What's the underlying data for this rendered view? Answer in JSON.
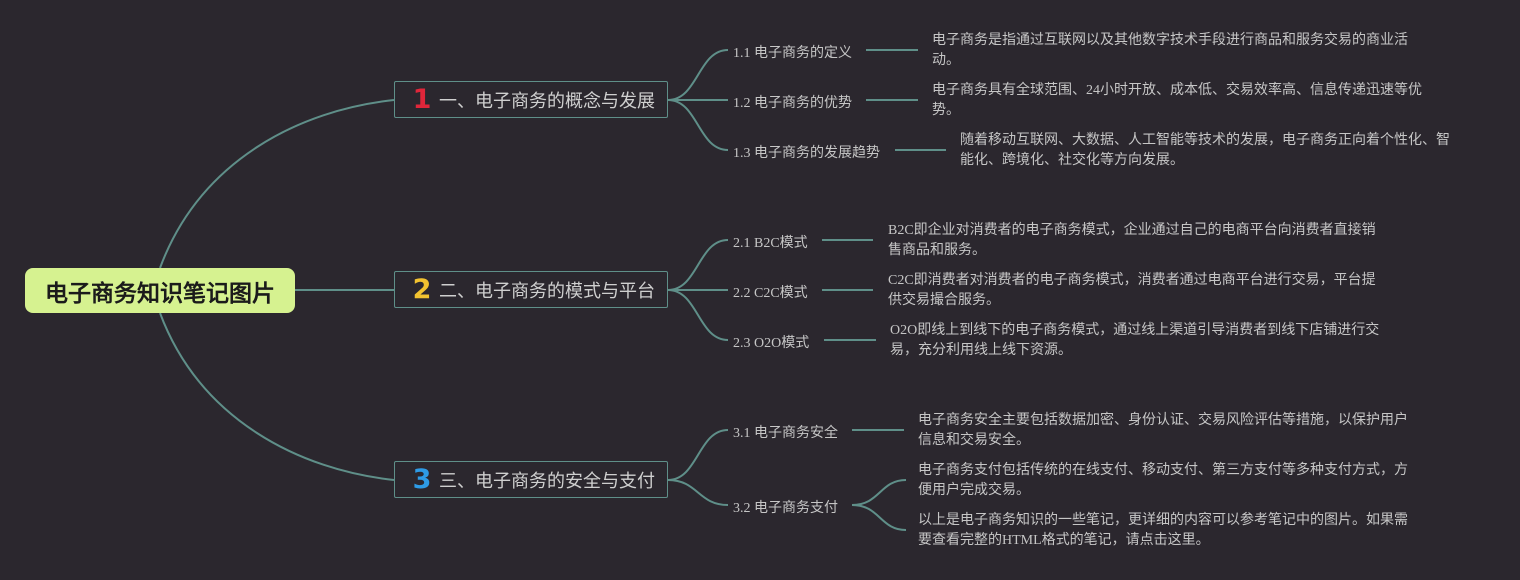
{
  "colors": {
    "background": "#2b272e",
    "root_fill": "#d6f290",
    "link": "#5f8f89",
    "text": "#c6c6c6",
    "num1": "#e0263a",
    "num2": "#f2c230",
    "num3": "#2e9be6"
  },
  "root": {
    "title": "电子商务知识笔记图片"
  },
  "branches": [
    {
      "num": "1",
      "title": "一、电子商务的概念与发展",
      "subs": [
        {
          "title": "1.1 电子商务的定义",
          "leaves": [
            "电子商务是指通过互联网以及其他数字技术手段进行商品和服务交易的商业活动。"
          ]
        },
        {
          "title": "1.2 电子商务的优势",
          "leaves": [
            "电子商务具有全球范围、24小时开放、成本低、交易效率高、信息传递迅速等优势。"
          ]
        },
        {
          "title": "1.3 电子商务的发展趋势",
          "leaves": [
            "随着移动互联网、大数据、人工智能等技术的发展，电子商务正向着个性化、智能化、跨境化、社交化等方向发展。"
          ]
        }
      ]
    },
    {
      "num": "2",
      "title": "二、电子商务的模式与平台",
      "subs": [
        {
          "title": "2.1 B2C模式",
          "leaves": [
            "B2C即企业对消费者的电子商务模式，企业通过自己的电商平台向消费者直接销售商品和服务。"
          ]
        },
        {
          "title": "2.2 C2C模式",
          "leaves": [
            "C2C即消费者对消费者的电子商务模式，消费者通过电商平台进行交易，平台提供交易撮合服务。"
          ]
        },
        {
          "title": "2.3 O2O模式",
          "leaves": [
            "O2O即线上到线下的电子商务模式，通过线上渠道引导消费者到线下店铺进行交易，充分利用线上线下资源。"
          ]
        }
      ]
    },
    {
      "num": "3",
      "title": "三、电子商务的安全与支付",
      "subs": [
        {
          "title": "3.1 电子商务安全",
          "leaves": [
            "电子商务安全主要包括数据加密、身份认证、交易风险评估等措施，以保护用户信息和交易安全。"
          ]
        },
        {
          "title": "3.2 电子商务支付",
          "leaves": [
            "电子商务支付包括传统的在线支付、移动支付、第三方支付等多种支付方式，方便用户完成交易。",
            "以上是电子商务知识的一些笔记，更详细的内容可以参考笔记中的图片。如果需要查看完整的HTML格式的笔记，请点击这里。"
          ]
        }
      ]
    }
  ]
}
